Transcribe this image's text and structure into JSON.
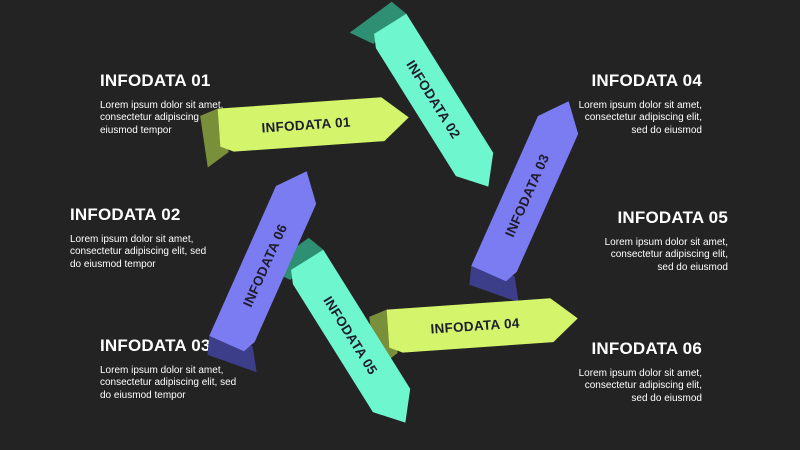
{
  "items": [
    {
      "id": "01",
      "title": "INFODATA 01",
      "text": "Lorem ipsum dolor sit amet, consectetur adipiscing elit, sed do eiusmod tempor"
    },
    {
      "id": "02",
      "title": "INFODATA 02",
      "text": "Lorem ipsum dolor sit amet, consectetur adipiscing elit, sed do eiusmod tempor"
    },
    {
      "id": "03",
      "title": "INFODATA 03",
      "text": "Lorem ipsum dolor sit amet, consectetur adipiscing elit, sed do eiusmod tempor"
    },
    {
      "id": "04",
      "title": "INFODATA 04",
      "text": "Lorem ipsum dolor sit amet, consectetur adipiscing elit, sed do eiusmod"
    },
    {
      "id": "05",
      "title": "INFODATA 05",
      "text": "Lorem ipsum dolor sit amet, consectetur adipiscing elit, sed do eiusmod"
    },
    {
      "id": "06",
      "title": "INFODATA 06",
      "text": "Lorem ipsum dolor sit amet, consectetur adipiscing elit, sed do eiusmod"
    }
  ],
  "ribbons": [
    {
      "label": "INFODATA 01",
      "color": "#d4f56b",
      "fold": "#7a8f3a"
    },
    {
      "label": "INFODATA 02",
      "color": "#6ef7cf",
      "fold": "#2f8f73"
    },
    {
      "label": "INFODATA 03",
      "color": "#7b7cf2",
      "fold": "#3d3e8a"
    },
    {
      "label": "INFODATA 04",
      "color": "#d4f56b",
      "fold": "#7a8f3a"
    },
    {
      "label": "INFODATA 05",
      "color": "#6ef7cf",
      "fold": "#2f8f73"
    },
    {
      "label": "INFODATA 06",
      "color": "#7b7cf2",
      "fold": "#3d3e8a"
    }
  ],
  "colors": {
    "background": "#232323",
    "lime": "#d4f56b",
    "mint": "#6ef7cf",
    "violet": "#7b7cf2"
  }
}
